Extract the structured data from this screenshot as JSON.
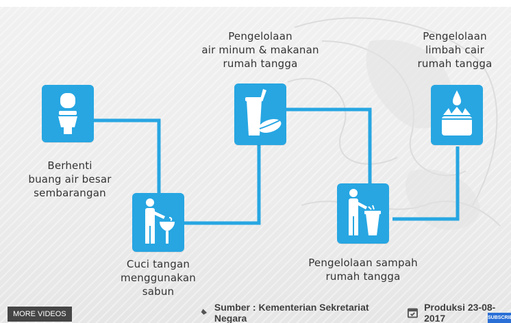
{
  "diagram": {
    "steps": [
      {
        "id": "stop-open-defecation",
        "label": "Berhenti\nbuang air besar\nsembarangan",
        "icon": "toilet-icon"
      },
      {
        "id": "hand-washing",
        "label": "Cuci tangan\nmenggunakan\nsabun",
        "icon": "hand-washing-icon"
      },
      {
        "id": "drinking-water-food",
        "label": "Pengelolaan\nair minum & makanan\nrumah tangga",
        "icon": "drink-food-icon"
      },
      {
        "id": "waste-management",
        "label": "Pengelolaan sampah\nrumah tangga",
        "icon": "trash-disposal-icon"
      },
      {
        "id": "liquid-waste",
        "label": "Pengelolaan\nlimbah cair\nrumah tangga",
        "icon": "liquid-waste-icon"
      }
    ],
    "colors": {
      "tile": "#27a6e2",
      "connector": "#27a6e2",
      "text": "#333333"
    }
  },
  "footer": {
    "source": "Sumber : Kementerian Sekretariat Negara",
    "production": "Produksi 23-08-2017",
    "source_icon": "pin-icon",
    "calendar_icon": "calendar-icon"
  },
  "player": {
    "more_videos": "MORE VIDEOS",
    "subscribe": "SUBSCRIBE"
  }
}
